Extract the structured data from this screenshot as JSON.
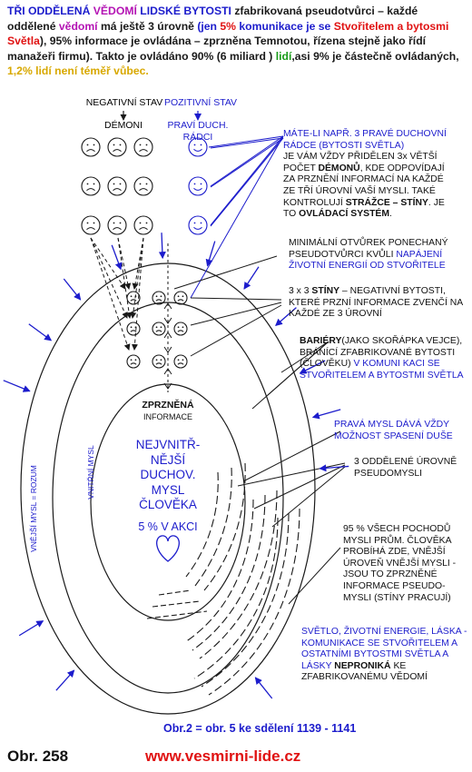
{
  "header": {
    "t1": "TŘI ODDĚLENÁ ",
    "t2": "VĚDOMÍ",
    "t3": " LIDSKÉ BYTOSTI",
    "t4": " zfabrikovaná pseudotvůrci – každé oddělené ",
    "t5": "vědomí",
    "t6": " má ještě 3 úrovně ",
    "t7": "(jen ",
    "t8": "5%",
    "t9": " komunikace je se ",
    "t10": "Stvořitelem",
    "t11": " a bytosmi Světla",
    "t12": "), 95% informace je ovládána – zprzněna Temnotou, řízena stejně jako řídí manažeři firmu). Takto je ovládáno 90% (6 miliard ) ",
    "t13": "lidí",
    "t14": ",asi 9% je částečně ovládaných, ",
    "t15": "1,2% lidí není téměř vůbec."
  },
  "columns": {
    "negative": "NEGATIVNÍ STAV",
    "positive": "POZITIVNÍ STAV",
    "demons": "DÉMONI",
    "guides": "PRAVÍ DUCH. RÁDCI"
  },
  "notes": {
    "n1a": "MÁTE-LI NAPŘ. 3 PRAVÉ DUCHOVNÍ RÁDCE (BYTOSTI SVĚTLA)",
    "n1b": "JE VÁM VŽDY PŘIDĚLEN 3x VĚTŠÍ POČET ",
    "n1c": "DÉMONŮ",
    "n1d": ", KDE ODPOVÍDAJÍ ZA PRZNĚNÍ INFORMACÍ NA KAŽDÉ ZE TŘÍ ÚROVNÍ VAŠÍ MYSLI. TAKÉ KONTROLUJÍ ",
    "n1e": "STRÁŽCE – STÍNY",
    "n1f": ". JE TO ",
    "n1g": "OVLÁDACÍ SYSTÉM",
    "n1h": ".",
    "n2a": "MINIMÁLNÍ OTVŮREK PONECHANÝ PSEUDOTVŮRCI KVŮLI ",
    "n2b": "NAPÁJENÍ ŽIVOTNÍ ENERGIÍ OD STVOŘITELE",
    "n3a": "3 x 3 ",
    "n3b": "STÍNY",
    "n3c": " – NEGATIVNÍ BYTOSTI, KTERÉ PRZNÍ INFORMACE ZVENČÍ NA KAŽDÉ ZE 3 ÚROVNÍ",
    "n4a": "BARIÉRY",
    "n4b": "(JAKO SKOŘÁPKA VEJCE), BRÁNÍCÍ ZFABRIKOVANÉ BYTOSTI (ČLOVĚKU) ",
    "n4c": "V KOMUNI KACI SE STVOŘITELEM A BYTOSTMI SVĚTLA",
    "n5": "PRAVÁ MYSL DÁVÁ VŽDY MOŽNOST SPASENÍ DUŠE",
    "n6": "3 ODDĚLENÉ ÚROVNĚ PSEUDOMYSLI",
    "n7": "95 % VŠECH POCHODŮ MYSLI PRŮM. ČLOVĚKA PROBÍHÁ ZDE, VNĚJŠÍ ÚROVEŇ VNĚJŠÍ MYSLI - JSOU TO ZPRZNĚNÉ INFORMACE PSEUDO-MYSLI (STÍNY PRACUJÍ)",
    "n8a": "SVĚTLO, ŽIVOTNÍ ENERGIE, LÁSKA - KOMUNIKACE SE STVOŘITELEM A OSTATNÍMI BYTOSTMI SVĚTLA A LÁSKY ",
    "n8b": "NEPRONIKÁ",
    "n8c": " KE ZFABRIKOVANÉMU VĚDOMÍ"
  },
  "center": {
    "distorted_1": "ZPRZNĚNÁ",
    "distorted_2": "INFORMACE",
    "inner_1": "NEJVNITŘ-",
    "inner_2": "NĚJŠÍ",
    "inner_3": "DUCHOV.",
    "inner_4": "MYSL",
    "inner_5": "ČLOVĚKA",
    "inner_6": "5 % V AKCI",
    "outer_mind": "VNĚJŠÍ MYSL = ROZUM",
    "inner_mind": "VNITŘNÍ MYSL"
  },
  "footer": {
    "caption": "Obr.2 = obr. 5 ke sdělení 1139 - 1141",
    "figure": "Obr. 258",
    "site": "www.vesmirni-lide.cz"
  },
  "colors": {
    "blue": "#1c1ccc",
    "purple": "#b414b4",
    "green": "#1a9c1a",
    "red": "#e01212",
    "yellow": "#d8a800",
    "line": "#1a1a1a"
  }
}
